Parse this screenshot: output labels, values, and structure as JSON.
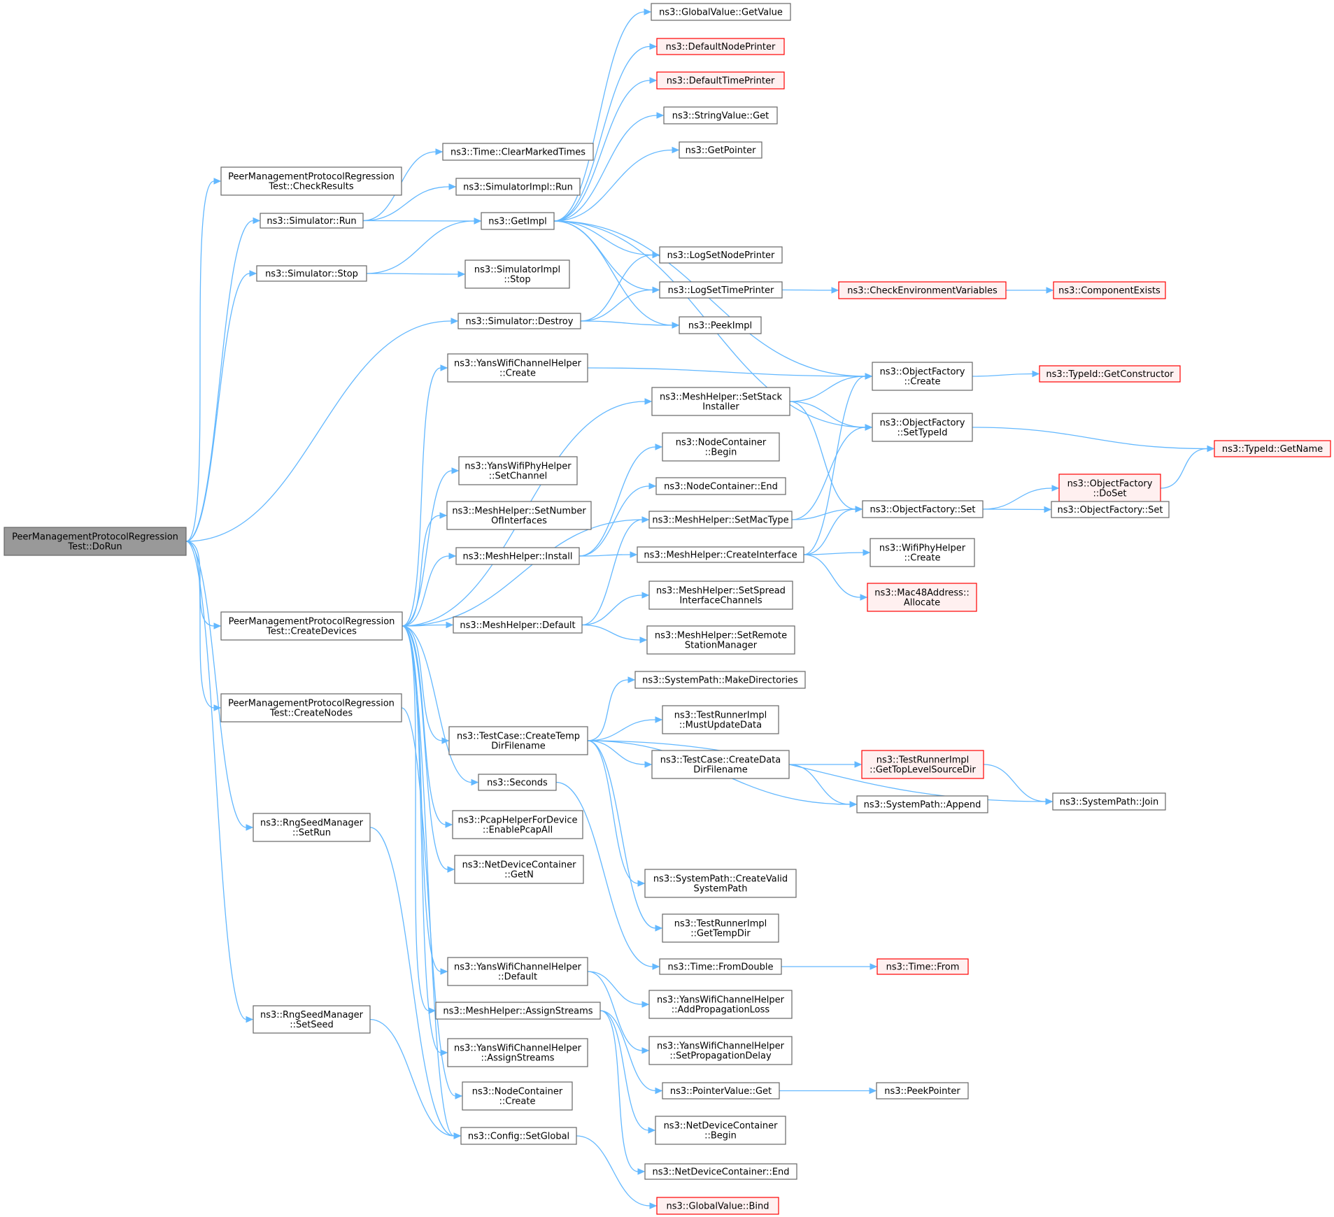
{
  "graph": {
    "nodes": [
      {
        "id": "root",
        "lines": [
          "PeerManagementProtocolRegression",
          "Test::DoRun"
        ],
        "style": "root"
      },
      {
        "id": "checkresults",
        "lines": [
          "PeerManagementProtocolRegression",
          "Test::CheckResults"
        ]
      },
      {
        "id": "simrun",
        "lines": [
          "ns3::Simulator::Run"
        ]
      },
      {
        "id": "simstop",
        "lines": [
          "ns3::Simulator::Stop"
        ]
      },
      {
        "id": "simdestroy",
        "lines": [
          "ns3::Simulator::Destroy"
        ]
      },
      {
        "id": "createdevices",
        "lines": [
          "PeerManagementProtocolRegression",
          "Test::CreateDevices"
        ]
      },
      {
        "id": "createnodes",
        "lines": [
          "PeerManagementProtocolRegression",
          "Test::CreateNodes"
        ]
      },
      {
        "id": "setrun",
        "lines": [
          "ns3::RngSeedManager",
          "::SetRun"
        ]
      },
      {
        "id": "setseed",
        "lines": [
          "ns3::RngSeedManager",
          "::SetSeed"
        ]
      },
      {
        "id": "clearmarked",
        "lines": [
          "ns3::Time::ClearMarkedTimes"
        ]
      },
      {
        "id": "implrun",
        "lines": [
          "ns3::SimulatorImpl::Run"
        ]
      },
      {
        "id": "getimpl",
        "lines": [
          "ns3::GetImpl"
        ]
      },
      {
        "id": "implstop",
        "lines": [
          "ns3::SimulatorImpl",
          "::Stop"
        ]
      },
      {
        "id": "yanschancreate",
        "lines": [
          "ns3::YansWifiChannelHelper",
          "::Create"
        ]
      },
      {
        "id": "physetchannel",
        "lines": [
          "ns3::YansWifiPhyHelper",
          "::SetChannel"
        ]
      },
      {
        "id": "setnumif",
        "lines": [
          "ns3::MeshHelper::SetNumber",
          "OfInterfaces"
        ]
      },
      {
        "id": "meshinstall",
        "lines": [
          "ns3::MeshHelper::Install"
        ]
      },
      {
        "id": "meshdefault",
        "lines": [
          "ns3::MeshHelper::Default"
        ]
      },
      {
        "id": "createtemp",
        "lines": [
          "ns3::TestCase::CreateTemp",
          "DirFilename"
        ]
      },
      {
        "id": "seconds",
        "lines": [
          "ns3::Seconds"
        ]
      },
      {
        "id": "pcapall",
        "lines": [
          "ns3::PcapHelperForDevice",
          "::EnablePcapAll"
        ]
      },
      {
        "id": "ndcgetn",
        "lines": [
          "ns3::NetDeviceContainer",
          "::GetN"
        ]
      },
      {
        "id": "yanschandefault",
        "lines": [
          "ns3::YansWifiChannelHelper",
          "::Default"
        ]
      },
      {
        "id": "meshassign",
        "lines": [
          "ns3::MeshHelper::AssignStreams"
        ]
      },
      {
        "id": "yansassign",
        "lines": [
          "ns3::YansWifiChannelHelper",
          "::AssignStreams"
        ]
      },
      {
        "id": "nccreate",
        "lines": [
          "ns3::NodeContainer",
          "::Create"
        ]
      },
      {
        "id": "setglobal",
        "lines": [
          "ns3::Config::SetGlobal"
        ]
      },
      {
        "id": "gvgetvalue",
        "lines": [
          "ns3::GlobalValue::GetValue"
        ]
      },
      {
        "id": "defnodeprinter",
        "lines": [
          "ns3::DefaultNodePrinter"
        ],
        "style": "red"
      },
      {
        "id": "deftimeprinter",
        "lines": [
          "ns3::DefaultTimePrinter"
        ],
        "style": "red"
      },
      {
        "id": "stringget",
        "lines": [
          "ns3::StringValue::Get"
        ]
      },
      {
        "id": "getpointer",
        "lines": [
          "ns3::GetPointer"
        ]
      },
      {
        "id": "lognodeprinter",
        "lines": [
          "ns3::LogSetNodePrinter"
        ]
      },
      {
        "id": "logtimeprinter",
        "lines": [
          "ns3::LogSetTimePrinter"
        ]
      },
      {
        "id": "peekimpl",
        "lines": [
          "ns3::PeekImpl"
        ]
      },
      {
        "id": "setstack",
        "lines": [
          "ns3::MeshHelper::SetStack",
          "Installer"
        ]
      },
      {
        "id": "ncbegin",
        "lines": [
          "ns3::NodeContainer",
          "::Begin"
        ]
      },
      {
        "id": "ncend",
        "lines": [
          "ns3::NodeContainer::End"
        ]
      },
      {
        "id": "setmactype",
        "lines": [
          "ns3::MeshHelper::SetMacType"
        ]
      },
      {
        "id": "createif",
        "lines": [
          "ns3::MeshHelper::CreateInterface"
        ]
      },
      {
        "id": "setspread",
        "lines": [
          "ns3::MeshHelper::SetSpread",
          "InterfaceChannels"
        ]
      },
      {
        "id": "setremote",
        "lines": [
          "ns3::MeshHelper::SetRemote",
          "StationManager"
        ]
      },
      {
        "id": "makedirs",
        "lines": [
          "ns3::SystemPath::MakeDirectories"
        ]
      },
      {
        "id": "mustupdate",
        "lines": [
          "ns3::TestRunnerImpl",
          "::MustUpdateData"
        ]
      },
      {
        "id": "createdata",
        "lines": [
          "ns3::TestCase::CreateData",
          "DirFilename"
        ]
      },
      {
        "id": "createvalid",
        "lines": [
          "ns3::SystemPath::CreateValid",
          "SystemPath"
        ]
      },
      {
        "id": "gettempdir",
        "lines": [
          "ns3::TestRunnerImpl",
          "::GetTempDir"
        ]
      },
      {
        "id": "fromdouble",
        "lines": [
          "ns3::Time::FromDouble"
        ]
      },
      {
        "id": "addproploss",
        "lines": [
          "ns3::YansWifiChannelHelper",
          "::AddPropagationLoss"
        ]
      },
      {
        "id": "setpropdelay",
        "lines": [
          "ns3::YansWifiChannelHelper",
          "::SetPropagationDelay"
        ]
      },
      {
        "id": "pvget",
        "lines": [
          "ns3::PointerValue::Get"
        ]
      },
      {
        "id": "ndcbegin",
        "lines": [
          "ns3::NetDeviceContainer",
          "::Begin"
        ]
      },
      {
        "id": "ndcend",
        "lines": [
          "ns3::NetDeviceContainer::End"
        ]
      },
      {
        "id": "gvbind",
        "lines": [
          "ns3::GlobalValue::Bind"
        ],
        "style": "red"
      },
      {
        "id": "checkenv",
        "lines": [
          "ns3::CheckEnvironmentVariables"
        ],
        "style": "red"
      },
      {
        "id": "ofcreate",
        "lines": [
          "ns3::ObjectFactory",
          "::Create"
        ]
      },
      {
        "id": "ofsettypeid",
        "lines": [
          "ns3::ObjectFactory",
          "::SetTypeId"
        ]
      },
      {
        "id": "ofset",
        "lines": [
          "ns3::ObjectFactory::Set"
        ]
      },
      {
        "id": "wifiphycreate",
        "lines": [
          "ns3::WifiPhyHelper",
          "::Create"
        ]
      },
      {
        "id": "mac48alloc",
        "lines": [
          "ns3::Mac48Address::",
          "Allocate"
        ],
        "style": "red"
      },
      {
        "id": "sysappend",
        "lines": [
          "ns3::SystemPath::Append"
        ]
      },
      {
        "id": "gettoplevel",
        "lines": [
          "ns3::TestRunnerImpl",
          "::GetTopLevelSourceDir"
        ],
        "style": "red"
      },
      {
        "id": "timefrom",
        "lines": [
          "ns3::Time::From"
        ],
        "style": "red"
      },
      {
        "id": "peekpointer",
        "lines": [
          "ns3::PeekPointer"
        ]
      },
      {
        "id": "compexists",
        "lines": [
          "ns3::ComponentExists"
        ],
        "style": "red"
      },
      {
        "id": "getconstructor",
        "lines": [
          "ns3::TypeId::GetConstructor"
        ],
        "style": "red"
      },
      {
        "id": "ofdoset",
        "lines": [
          "ns3::ObjectFactory",
          "::DoSet"
        ],
        "style": "red"
      },
      {
        "id": "ofset2",
        "lines": [
          "ns3::ObjectFactory::Set"
        ]
      },
      {
        "id": "getname",
        "lines": [
          "ns3::TypeId::GetName"
        ],
        "style": "red"
      },
      {
        "id": "sysjoin",
        "lines": [
          "ns3::SystemPath::Join"
        ]
      }
    ],
    "edges": [
      [
        "root",
        "checkresults"
      ],
      [
        "root",
        "simrun"
      ],
      [
        "root",
        "simstop"
      ],
      [
        "root",
        "simdestroy"
      ],
      [
        "root",
        "createdevices"
      ],
      [
        "root",
        "createnodes"
      ],
      [
        "root",
        "setrun"
      ],
      [
        "root",
        "setseed"
      ],
      [
        "simrun",
        "clearmarked"
      ],
      [
        "simrun",
        "implrun"
      ],
      [
        "simrun",
        "getimpl"
      ],
      [
        "simstop",
        "getimpl"
      ],
      [
        "simstop",
        "implstop"
      ],
      [
        "simdestroy",
        "lognodeprinter"
      ],
      [
        "simdestroy",
        "logtimeprinter"
      ],
      [
        "simdestroy",
        "peekimpl"
      ],
      [
        "getimpl",
        "gvgetvalue"
      ],
      [
        "getimpl",
        "defnodeprinter"
      ],
      [
        "getimpl",
        "deftimeprinter"
      ],
      [
        "getimpl",
        "stringget"
      ],
      [
        "getimpl",
        "getpointer"
      ],
      [
        "getimpl",
        "lognodeprinter"
      ],
      [
        "getimpl",
        "logtimeprinter"
      ],
      [
        "getimpl",
        "peekimpl"
      ],
      [
        "getimpl",
        "ofcreate"
      ],
      [
        "getimpl",
        "ofsettypeid"
      ],
      [
        "logtimeprinter",
        "checkenv"
      ],
      [
        "checkenv",
        "compexists"
      ],
      [
        "createdevices",
        "yanschancreate"
      ],
      [
        "createdevices",
        "setstack"
      ],
      [
        "createdevices",
        "physetchannel"
      ],
      [
        "createdevices",
        "setnumif"
      ],
      [
        "createdevices",
        "meshinstall"
      ],
      [
        "createdevices",
        "setmactype"
      ],
      [
        "createdevices",
        "meshdefault"
      ],
      [
        "createdevices",
        "createtemp"
      ],
      [
        "createdevices",
        "seconds"
      ],
      [
        "createdevices",
        "pcapall"
      ],
      [
        "createdevices",
        "ndcgetn"
      ],
      [
        "createdevices",
        "yanschandefault"
      ],
      [
        "createdevices",
        "meshassign"
      ],
      [
        "createdevices",
        "yansassign"
      ],
      [
        "createdevices",
        "setglobal"
      ],
      [
        "yanschancreate",
        "ofcreate"
      ],
      [
        "setstack",
        "ofcreate"
      ],
      [
        "setstack",
        "ofsettypeid"
      ],
      [
        "setstack",
        "ofset"
      ],
      [
        "meshinstall",
        "ncbegin"
      ],
      [
        "meshinstall",
        "ncend"
      ],
      [
        "meshinstall",
        "createif"
      ],
      [
        "meshdefault",
        "setmactype"
      ],
      [
        "meshdefault",
        "setspread"
      ],
      [
        "meshdefault",
        "setremote"
      ],
      [
        "setmactype",
        "ofsettypeid"
      ],
      [
        "setmactype",
        "ofset"
      ],
      [
        "createif",
        "ofcreate"
      ],
      [
        "createif",
        "ofset"
      ],
      [
        "createif",
        "wifiphycreate"
      ],
      [
        "createif",
        "mac48alloc"
      ],
      [
        "ofcreate",
        "getconstructor"
      ],
      [
        "ofsettypeid",
        "getname"
      ],
      [
        "ofset",
        "ofdoset"
      ],
      [
        "ofset",
        "ofset2"
      ],
      [
        "ofdoset",
        "getname"
      ],
      [
        "createtemp",
        "makedirs"
      ],
      [
        "createtemp",
        "mustupdate"
      ],
      [
        "createtemp",
        "createdata"
      ],
      [
        "createtemp",
        "sysappend"
      ],
      [
        "createtemp",
        "sysjoin"
      ],
      [
        "createtemp",
        "createvalid"
      ],
      [
        "createtemp",
        "gettempdir"
      ],
      [
        "createdata",
        "gettoplevel"
      ],
      [
        "createdata",
        "sysappend"
      ],
      [
        "gettoplevel",
        "sysjoin"
      ],
      [
        "seconds",
        "fromdouble"
      ],
      [
        "fromdouble",
        "timefrom"
      ],
      [
        "yanschandefault",
        "addproploss"
      ],
      [
        "yanschandefault",
        "setpropdelay"
      ],
      [
        "meshassign",
        "pvget"
      ],
      [
        "meshassign",
        "ndcbegin"
      ],
      [
        "meshassign",
        "ndcend"
      ],
      [
        "pvget",
        "peekpointer"
      ],
      [
        "createnodes",
        "nccreate"
      ],
      [
        "setrun",
        "setglobal"
      ],
      [
        "setseed",
        "setglobal"
      ],
      [
        "setglobal",
        "gvbind"
      ]
    ]
  }
}
